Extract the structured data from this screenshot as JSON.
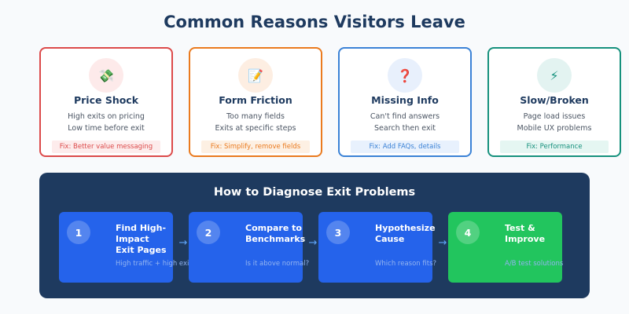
{
  "title": "Common Reasons Visitors Leave",
  "reasons": [
    {
      "icon": "💸",
      "icon_name": "money-icon",
      "title": "Price Shock",
      "lines": [
        "High exits on pricing",
        "Low time before exit"
      ],
      "fix": "Fix: Better value messaging",
      "color": "#dc4a4a",
      "icon_bg": "#fdeaea",
      "fix_bg": "#fdecec"
    },
    {
      "icon": "📝",
      "icon_name": "form-icon",
      "title": "Form Friction",
      "lines": [
        "Too many fields",
        "Exits at specific steps"
      ],
      "fix": "Fix: Simplify, remove fields",
      "color": "#ea7a1e",
      "icon_bg": "#fdeee2",
      "fix_bg": "#fdf0e3"
    },
    {
      "icon": "❓",
      "icon_name": "question-icon",
      "title": "Missing Info",
      "lines": [
        "Can't find answers",
        "Search then exit"
      ],
      "fix": "Fix: Add FAQs, details",
      "color": "#3b82d6",
      "icon_bg": "#e8f0fc",
      "fix_bg": "#e8f1fd"
    },
    {
      "icon": "⚡",
      "icon_name": "lightning-icon",
      "title": "Slow/Broken",
      "lines": [
        "Page load issues",
        "Mobile UX problems"
      ],
      "fix": "Fix: Performance",
      "color": "#16917d",
      "icon_bg": "#e3f3f1",
      "fix_bg": "#e5f6f2"
    }
  ],
  "diagnose": {
    "title": "How to Diagnose Exit Problems",
    "steps": [
      {
        "num": "1",
        "title": "Find High-Impact\nExit Pages",
        "desc": "High traffic + high exit",
        "color": "#2563eb"
      },
      {
        "num": "2",
        "title": "Compare to\nBenchmarks",
        "desc": "Is it above normal?",
        "color": "#2563eb"
      },
      {
        "num": "3",
        "title": "Hypothesize\nCause",
        "desc": "Which reason fits?",
        "color": "#2563eb"
      },
      {
        "num": "4",
        "title": "Test &\nImprove",
        "desc": "A/B test solutions",
        "color": "#22c55e"
      }
    ],
    "arrow": "→"
  }
}
